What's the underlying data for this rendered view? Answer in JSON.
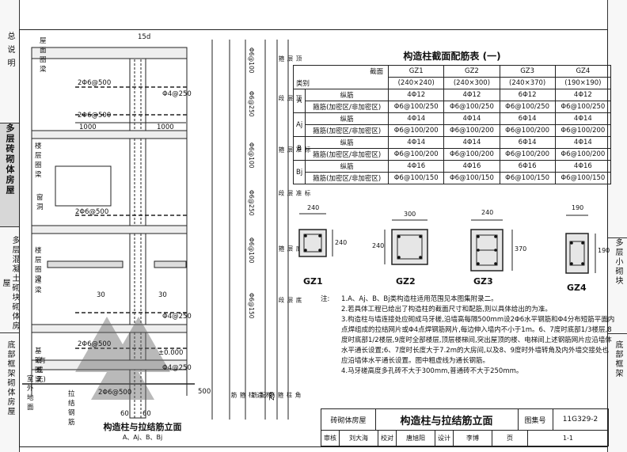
{
  "left_sidebar": [
    {
      "label": "总 说 明"
    },
    {
      "label": "多层砖砌体房屋",
      "active": true
    },
    {
      "label": "多层混凝土砌块砌体房屋"
    },
    {
      "label": "底部框架砌体房屋"
    }
  ],
  "right_sidebar": [
    {
      "label": "多层小砌块"
    },
    {
      "label": "底部框架"
    }
  ],
  "elevation": {
    "labels": {
      "roof_beam": "屋面圈梁",
      "floor_beam_1": "楼层圈梁",
      "window": "窗洞",
      "floor_beam_2": "楼层圈梁",
      "lintel": "过梁",
      "foundation_beam": "基础圈梁",
      "foundation_beam_sub": "(有或无)",
      "outdoor_ground": "室外地面",
      "tie_bars": "拉结钢筋",
      "dim_15d": "15d",
      "bar_phi4_250_a": "Φ4@250",
      "bar_phi4_250_b": "Φ4@250",
      "bar_phi4_250_c": "Φ4@250",
      "bar_2phi6_500_a": "2Φ6@500",
      "bar_2phi6_500_b": "2Φ6@500",
      "bar_2phi6_500_c": "2Φ6@500",
      "bar_2phi6_500_d": "2Φ6@500",
      "bar_2phi6_500_e": "2Φ6@500",
      "dim_1000_a": "1000",
      "dim_1000_b": "1000",
      "dim_30_a": "30",
      "dim_30_b": "30",
      "elev_zero": "±0.000",
      "dim_500": "500",
      "dim_60_a": "60",
      "dim_60_b": "60"
    },
    "zones": [
      {
        "label": "顶层箍",
        "stirrup": "Φ6@100"
      },
      {
        "label": "顶层段",
        "stirrup": "Φ6@250"
      },
      {
        "label": "标准层箍",
        "stirrup": "Φ6@100"
      },
      {
        "label": "标准层段",
        "stirrup": "Φ6@250"
      },
      {
        "label": "底层箍",
        "stirrup": "Φ6@100"
      },
      {
        "label": "底层段",
        "stirrup": "Φ6@150"
      }
    ],
    "bottom_labels": [
      "构造柱箍筋",
      "GZ配筋",
      "角柱箍筋"
    ],
    "title": "构造柱与拉结筋立面",
    "subtitle": "A、Aj、B、Bj"
  },
  "rebar_table": {
    "title": "构造柱截面配筋表 (一)",
    "header_type": "类别",
    "header_section": "截面",
    "columns": [
      {
        "name": "GZ1",
        "size": "(240×240)"
      },
      {
        "name": "GZ2",
        "size": "(240×300)"
      },
      {
        "name": "GZ3",
        "size": "(240×370)"
      },
      {
        "name": "GZ4",
        "size": "(190×190)"
      }
    ],
    "rows": [
      {
        "cat": "A",
        "items": [
          {
            "type": "纵筋",
            "values": [
              "4Φ12",
              "4Φ12",
              "6Φ12",
              "4Φ12"
            ]
          },
          {
            "type": "箍筋(加密区/非加密区)",
            "values": [
              "Φ6@100/250",
              "Φ6@100/250",
              "Φ6@100/250",
              "Φ6@100/250"
            ]
          }
        ]
      },
      {
        "cat": "Aj",
        "items": [
          {
            "type": "纵筋",
            "values": [
              "4Φ14",
              "4Φ14",
              "6Φ14",
              "4Φ14"
            ]
          },
          {
            "type": "箍筋(加密区/非加密区)",
            "values": [
              "Φ6@100/200",
              "Φ6@100/200",
              "Φ6@100/200",
              "Φ6@100/200"
            ]
          }
        ]
      },
      {
        "cat": "B",
        "items": [
          {
            "type": "纵筋",
            "values": [
              "4Φ14",
              "4Φ14",
              "6Φ14",
              "4Φ14"
            ]
          },
          {
            "type": "箍筋(加密区/非加密区)",
            "values": [
              "Φ6@100/200",
              "Φ6@100/200",
              "Φ6@100/200",
              "Φ6@100/200"
            ]
          }
        ]
      },
      {
        "cat": "Bj",
        "items": [
          {
            "type": "纵筋",
            "values": [
              "4Φ16",
              "4Φ16",
              "6Φ16",
              "4Φ16"
            ]
          },
          {
            "type": "箍筋(加密区/非加密区)",
            "values": [
              "Φ6@100/150",
              "Φ6@100/150",
              "Φ6@100/150",
              "Φ6@100/150"
            ]
          }
        ]
      }
    ]
  },
  "sections": [
    {
      "name": "GZ1",
      "dim_top": "240",
      "dim_side": "240"
    },
    {
      "name": "GZ2",
      "dim_top": "300",
      "dim_side": "240"
    },
    {
      "name": "GZ3",
      "dim_top": "240",
      "dim_side": "370"
    },
    {
      "name": "GZ4",
      "dim_top": "190",
      "dim_side": "190"
    }
  ],
  "notes": {
    "label": "注:",
    "items": [
      "1.A、Aj、B、Bj类构造柱适用范围见本图集附录二。",
      "2.若具体工程已给出了构造柱的截面尺寸和配筋,则以具体给出的为准。",
      "3.构造柱与墙连接处应砌成马牙槎,沿墙高每隔500mm设2Φ6水平钢筋和Φ4分布短筋平面内点焊组成的拉结网片或Φ4点焊钢筋网片,每边伸入墙内不小于1m。6、7度时底部1/3楼层,8度时底部1/2楼层,9度时全部楼层,顶层楼梯间,突出屋顶的楼、电梯间上述钢筋网片应沿墙体水平通长设置;6、7度时长度大于7.2m的大房间,以及8、9度时外墙转角及内外墙交接处也应沿墙体水平通长设置。图中粗虚线为通长钢筋。",
      "4.马牙槎高度多孔砖不大于300mm,普通砖不大于250mm。"
    ]
  },
  "title_block": {
    "category": "砖砌体房屋",
    "title": "构造柱与拉结筋立面",
    "atlas_label": "图集号",
    "atlas_no": "11G329-2",
    "review_label": "审核",
    "reviewer": "刘大海",
    "check_label": "校对",
    "checker": "唐旭阳",
    "design_label": "设计",
    "designer": "李博",
    "page_label": "页",
    "page": "1-1"
  }
}
